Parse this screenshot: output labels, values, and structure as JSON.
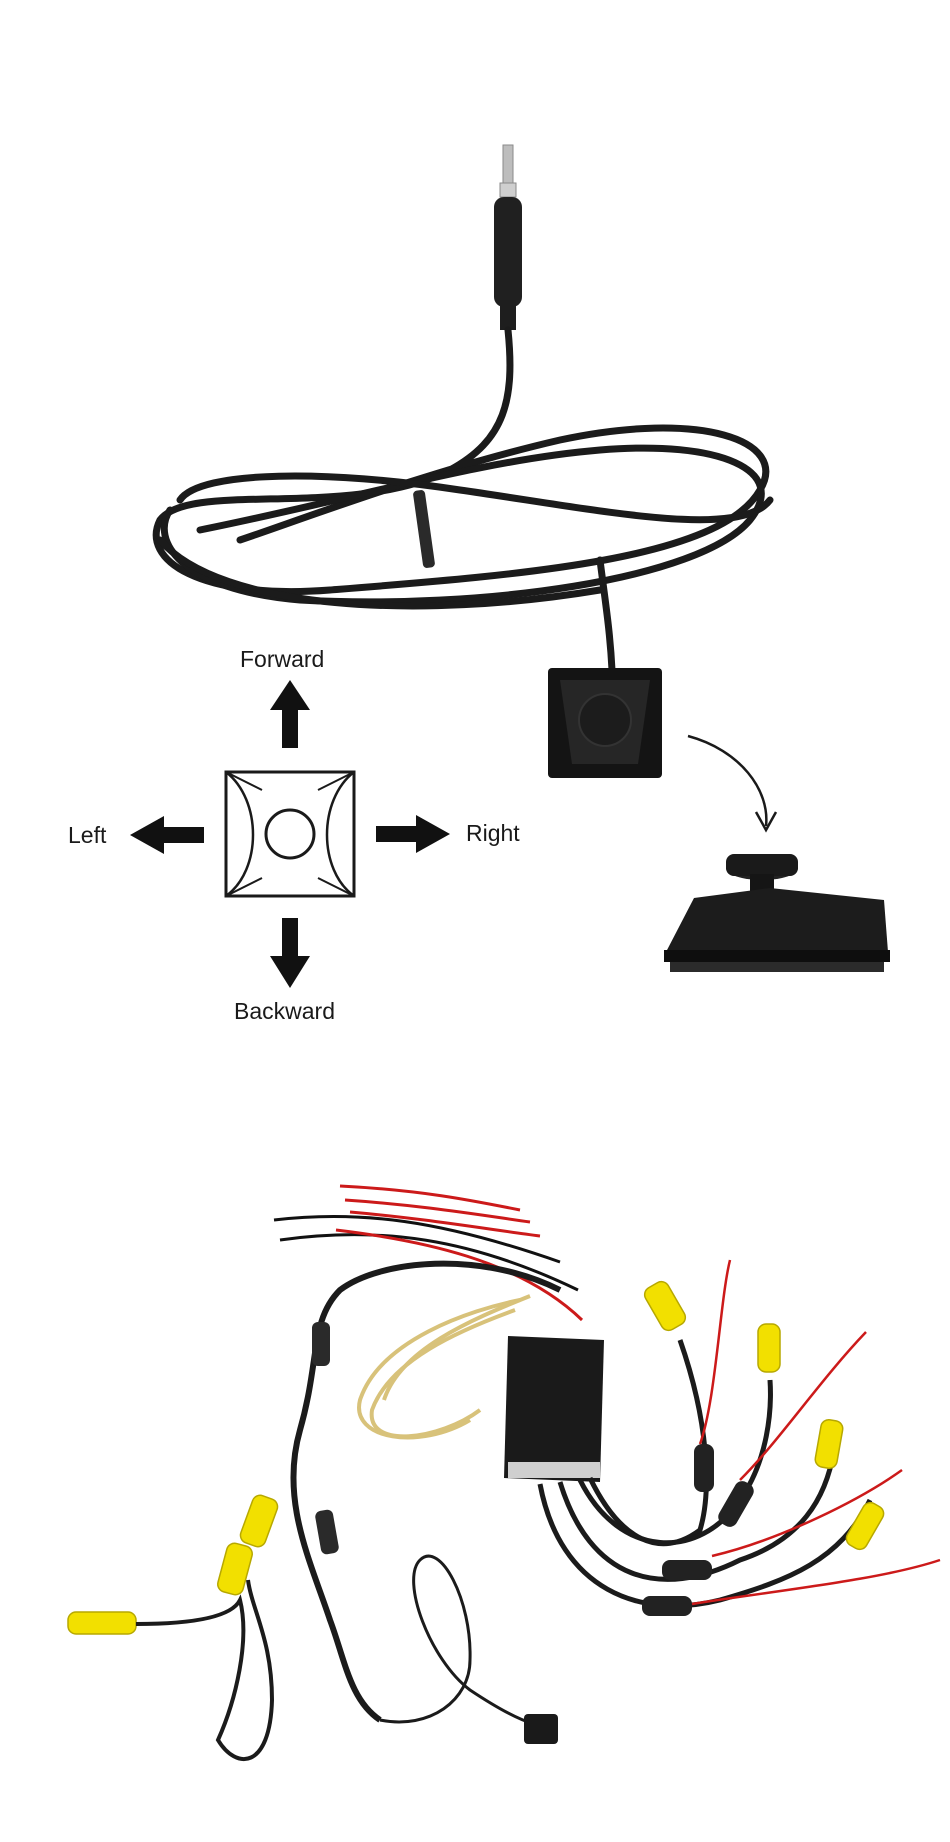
{
  "directions": {
    "forward": "Forward",
    "left": "Left",
    "right": "Right",
    "backward": "Backward"
  },
  "colors": {
    "cable": "#1b1b1b",
    "rca_yellow": "#f2e000",
    "wire_red": "#cc1a1a",
    "wire_tan": "#d8c27a",
    "background": "#ffffff"
  }
}
